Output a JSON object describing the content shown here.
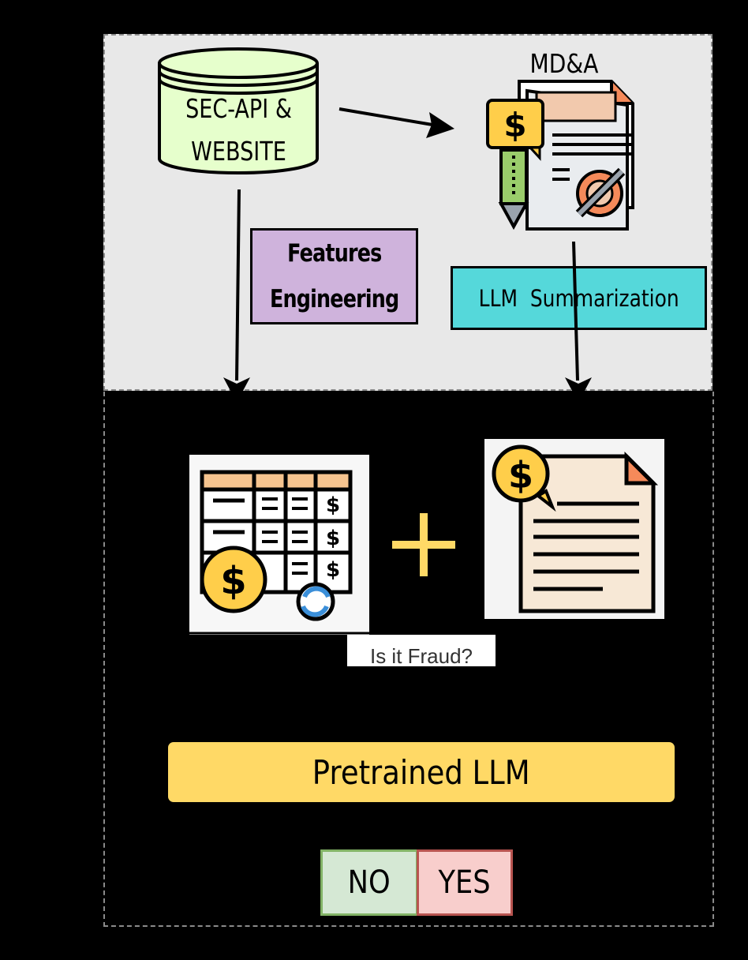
{
  "nodes": {
    "database": {
      "line1": "SEC-API &",
      "line2": "WEBSITE"
    },
    "mda_label": "MD&A",
    "features": {
      "line1": "Features",
      "line2": "Engineering"
    },
    "llm_summarization": "LLM  Summarization",
    "fraud_question": "Is it Fraud?",
    "pretrained_llm": "Pretrained LLM",
    "no_option": "NO",
    "yes_option": "YES"
  },
  "icons": {
    "database": "database-icon",
    "report": "financial-report-icon",
    "table": "financial-table-icon",
    "document": "financial-document-icon",
    "plus": "plus-icon"
  },
  "colors": {
    "features_fill": "#cfb3dc",
    "summarization_fill": "#55d8da",
    "llm_fill": "#ffd966",
    "no_fill": "#d5e8d4",
    "yes_fill": "#f8cecc",
    "database_fill": "#e6ffcc"
  }
}
